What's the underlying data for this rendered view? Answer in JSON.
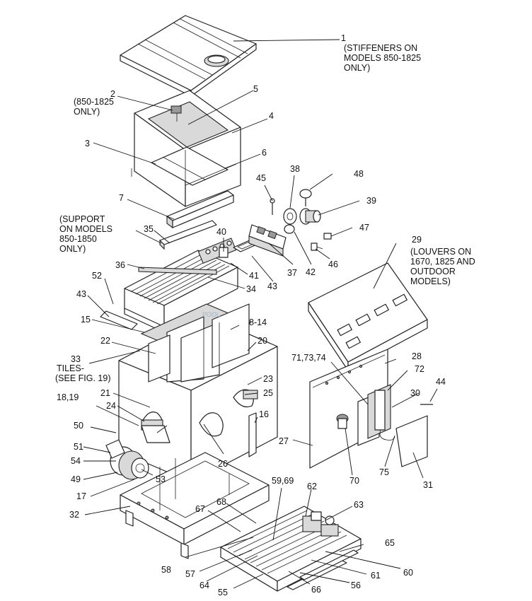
{
  "labels": {
    "l1": "1",
    "l2": "2",
    "l3": "3",
    "l4": "4",
    "l5": "5",
    "l6": "6",
    "l7": "7",
    "l8_14": "8-14",
    "l15": "15",
    "l16": "16",
    "l17": "17",
    "l18_19": "18,19",
    "l20": "20",
    "l21": "21",
    "l22": "22",
    "l23": "23",
    "l24": "24",
    "l25": "25",
    "l26": "26",
    "l27": "27",
    "l28": "28",
    "l29": "29",
    "l30": "30",
    "l31": "31",
    "l32": "32",
    "l33": "33",
    "l34": "34",
    "l35": "35",
    "l36": "36",
    "l37": "37",
    "l38": "38",
    "l39": "39",
    "l40": "40",
    "l41": "41",
    "l42": "42",
    "l43a": "43",
    "l43b": "43",
    "l44": "44",
    "l45": "45",
    "l46": "46",
    "l47": "47",
    "l48": "48",
    "l49": "49",
    "l50": "50",
    "l51": "51",
    "l52": "52",
    "l53": "53",
    "l54": "54",
    "l55": "55",
    "l56": "56",
    "l57": "57",
    "l58": "58",
    "l59_69": "59,69",
    "l60": "60",
    "l61": "61",
    "l62": "62",
    "l63": "63",
    "l64": "64",
    "l65": "65",
    "l66": "66",
    "l67": "67",
    "l68": "68",
    "l70": "70",
    "l71_73_74": "71,73,74",
    "l72": "72",
    "l75": "75"
  },
  "notes": {
    "stiffeners": [
      "(STIFFENERS ON",
      "MODELS 850-1825",
      "ONLY)"
    ],
    "only_850_1825": [
      "(850-1825",
      "ONLY)"
    ],
    "support": [
      "(SUPPORT",
      "ON MODELS",
      "850-1850",
      "ONLY)"
    ],
    "tiles": [
      "TILES-",
      "(SEE FIG. 19)"
    ],
    "louvers": [
      "(LOUVERS ON",
      "1670, 1825 AND",
      "OUTDOOR",
      "MODELS)"
    ]
  },
  "watermark": "POOL"
}
